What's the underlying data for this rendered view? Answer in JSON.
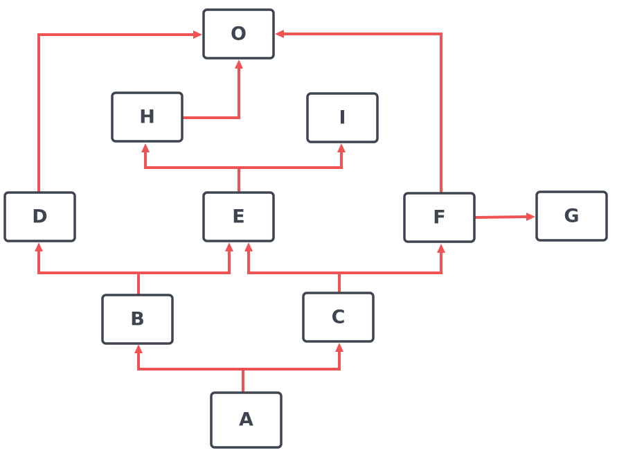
{
  "colors": {
    "edge": "#f05353",
    "node_stroke": "#3f4550",
    "node_text": "#3f4550",
    "background": "#ffffff"
  },
  "nodes": {
    "O": "O",
    "H": "H",
    "I": "I",
    "D": "D",
    "E": "E",
    "F": "F",
    "G": "G",
    "B": "B",
    "C": "C",
    "A": "A"
  },
  "edges": [
    {
      "from": "A",
      "to": "B"
    },
    {
      "from": "A",
      "to": "C"
    },
    {
      "from": "B",
      "to": "D"
    },
    {
      "from": "B",
      "to": "E"
    },
    {
      "from": "C",
      "to": "E"
    },
    {
      "from": "C",
      "to": "F"
    },
    {
      "from": "E",
      "to": "H"
    },
    {
      "from": "E",
      "to": "I"
    },
    {
      "from": "H",
      "to": "O"
    },
    {
      "from": "D",
      "to": "O"
    },
    {
      "from": "F",
      "to": "O"
    },
    {
      "from": "F",
      "to": "G"
    }
  ]
}
